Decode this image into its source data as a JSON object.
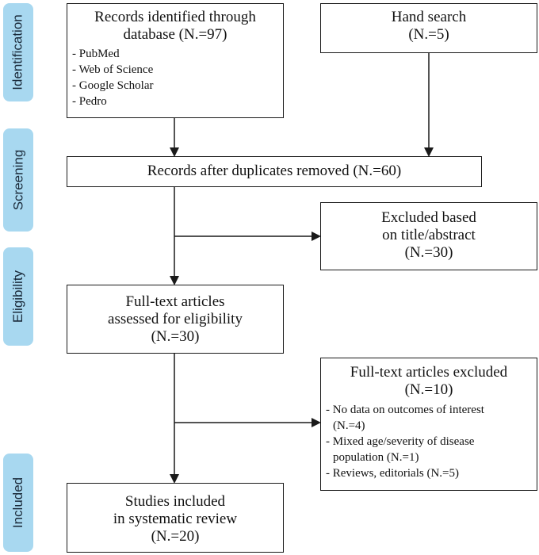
{
  "stages": {
    "identification": "Identification",
    "screening": "Screening",
    "eligibility": "Eligibility",
    "included": "Included"
  },
  "records_identified": {
    "line1": "Records identified through",
    "line2": "database (N.=97)",
    "sources": [
      "- PubMed",
      "- Web of Science",
      "- Google Scholar",
      "- Pedro"
    ]
  },
  "hand_search": {
    "line1": "Hand search",
    "line2": "(N.=5)"
  },
  "duplicates_removed": {
    "line1": "Records after duplicates removed (N.=60)"
  },
  "excluded_title": {
    "line1": "Excluded based",
    "line2": "on title/abstract",
    "line3": "(N.=30)"
  },
  "fulltext_assessed": {
    "line1": "Full-text articles",
    "line2": "assessed for eligibility",
    "line3": "(N.=30)"
  },
  "fulltext_excluded": {
    "line1": "Full-text articles excluded",
    "line2": "(N.=10)",
    "reasons": [
      "- No data on outcomes of interest",
      "(N.=4)",
      "- Mixed age/severity of disease",
      "population (N.=1)",
      "- Reviews, editorials (N.=5)"
    ]
  },
  "studies_included": {
    "line1": "Studies included",
    "line2": "in systematic review",
    "line3": "(N.=20)"
  }
}
